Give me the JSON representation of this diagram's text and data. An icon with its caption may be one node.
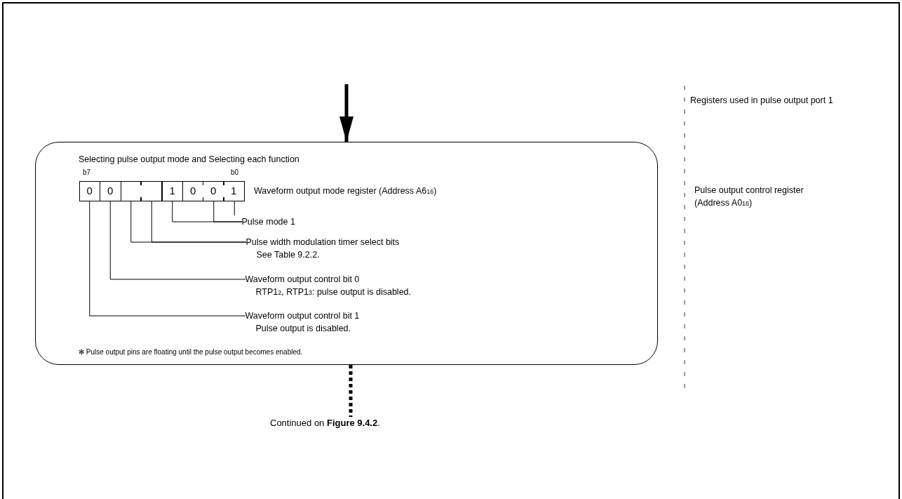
{
  "diagram": {
    "nodes": [
      {
        "text": [
          "Selecting pulse output mode and Selecting each function",
          "✻ Pulse output pins are floating until the pulse output becomes enabled."
        ]
      },
      {
        "text": [
          "0"
        ],
        "in": 0
      },
      {
        "text": [
          "0"
        ],
        "in": 0
      },
      {
        "text": [],
        "shape": "box",
        "in": 0
      },
      {
        "text": [],
        "shape": "box",
        "in": 0
      },
      {
        "text": [
          "1"
        ],
        "in": 0
      },
      {
        "text": [
          "0"
        ],
        "in": 0
      },
      {
        "text": [
          "0"
        ],
        "in": 0
      },
      {
        "text": [
          "1"
        ],
        "in": 0
      },
      {
        "text": [
          "Pulse mode 1"
        ],
        "in": 0
      },
      {
        "text": [
          "Pulse width modulation timer select bits",
          "See Table 9.2.2."
        ],
        "in": 0
      },
      {
        "text": [
          "Waveform output control bit 0",
          "RTP1$_{2}$, RTP1$_{3}$: pulse output is disabled."
        ],
        "in": 0
      },
      {
        "text": [
          "Waveform output control bit 1",
          "Pulse output is disabled."
        ],
        "in": 0
      },
      {
        "text": [
          "Continued on **Figure 9.4.2**."
        ]
      }
    ],
    "edges": [
      {
        "from": null,
        "to": 0,
        "arrow": "to",
        "style": "thick"
      },
      {
        "from": 9,
        "to": 5,
        "arrow": "none"
      },
      {
        "from": 9,
        "to": 7,
        "arrow": "none"
      },
      {
        "from": 9,
        "to": 8,
        "arrow": "none"
      },
      {
        "from": 10,
        "to": 3,
        "arrow": "none"
      },
      {
        "from": 10,
        "to": 4,
        "arrow": "none"
      },
      {
        "from": 11,
        "to": 2,
        "arrow": "none"
      },
      {
        "from": 12,
        "to": 1,
        "arrow": "none"
      },
      {
        "from": 0,
        "to": 13,
        "arrow": "none",
        "style": "dashed"
      }
    ],
    "labels": [
      "b7",
      "b0",
      "Waveform output mode register (Address A6$_{16}$)",
      "Registers used in pulse output port 1",
      "Pulse output control register (Address A0$_{16}$)"
    ]
  }
}
